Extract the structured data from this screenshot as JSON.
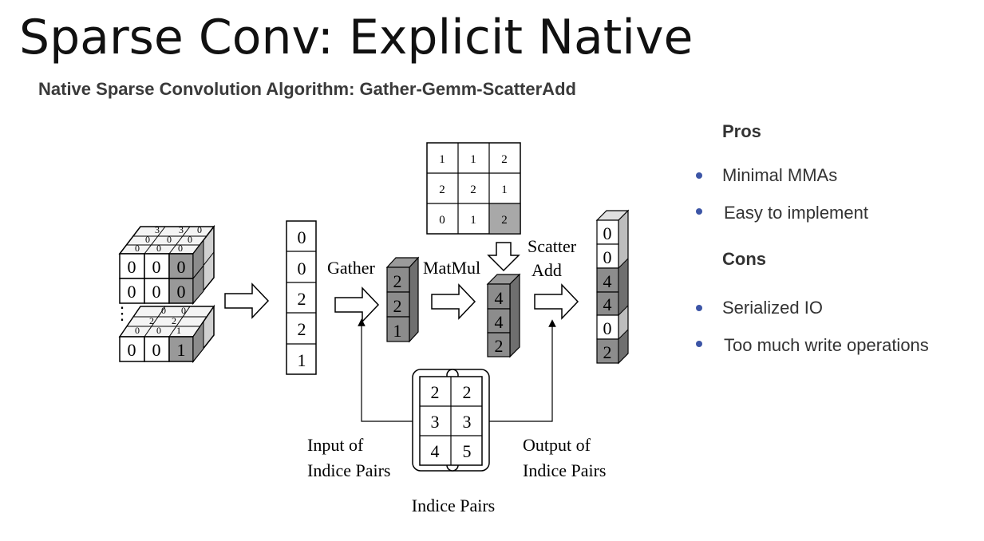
{
  "title": "Sparse Conv: Explicit Native",
  "subtitle": "Native Sparse Convolution Algorithm: Gather-Gemm-ScatterAdd",
  "pros": {
    "heading": "Pros",
    "items": [
      "Minimal MMAs",
      "Easy to implement"
    ]
  },
  "cons": {
    "heading": "Cons",
    "items": [
      "Serialized IO",
      "Too much write operations"
    ]
  },
  "diagram": {
    "input_cube_top": [
      "3",
      "3",
      "0",
      "0",
      "0",
      "0",
      "0",
      "0",
      "0",
      "0",
      "0",
      "0",
      "0"
    ],
    "input_cube_bottom": [
      "0",
      "0",
      "0",
      "0",
      "2",
      "2",
      "0",
      "0",
      "1",
      "0",
      "0",
      "1"
    ],
    "input_column": [
      "0",
      "0",
      "2",
      "2",
      "1"
    ],
    "gather_label": "Gather",
    "gathered": [
      "2",
      "2",
      "1"
    ],
    "matmul_label": "MatMul",
    "weight_matrix": [
      [
        "1",
        "1",
        "2"
      ],
      [
        "2",
        "2",
        "1"
      ],
      [
        "0",
        "1",
        "2"
      ]
    ],
    "matmul_result": [
      "4",
      "4",
      "2"
    ],
    "scatter_label_1": "Scatter",
    "scatter_label_2": "Add",
    "output_column": [
      "0",
      "0",
      "4",
      "4",
      "0",
      "2"
    ],
    "indice_pairs_in": [
      "2",
      "3",
      "4"
    ],
    "indice_pairs_out": [
      "2",
      "3",
      "5"
    ],
    "input_pairs_label_1": "Input of",
    "input_pairs_label_2": "Indice Pairs",
    "output_pairs_label_1": "Output of",
    "output_pairs_label_2": "Indice Pairs",
    "indice_pairs_label": "Indice Pairs",
    "ellipsis": "⋮"
  },
  "colors": {
    "bullet": "#3c55a6",
    "dark_face": "#8c8c8c",
    "mid_face": "#a8a8a8",
    "light_face": "#d8d8d8"
  }
}
